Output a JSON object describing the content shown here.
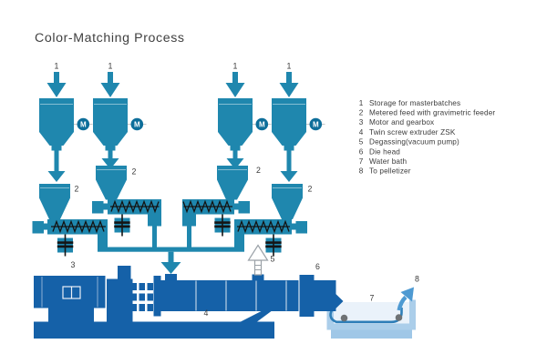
{
  "title": "Color-Matching Process",
  "diagram": {
    "storage_label": "1",
    "feeder_label": "2",
    "motor_letter": "M",
    "labels": {
      "motor_gearbox": "3",
      "extruder": "4",
      "degassing": "5",
      "die_head": "6",
      "water_bath": "7",
      "pelletizer": "8"
    }
  },
  "legend": {
    "items": [
      {
        "num": "1",
        "text": "Storage for masterbatches"
      },
      {
        "num": "2",
        "text": "Metered feed with gravimetric feeder"
      },
      {
        "num": "3",
        "text": "Motor and gearbox"
      },
      {
        "num": "4",
        "text": "Twin screw extruder ZSK"
      },
      {
        "num": "5",
        "text": "Degassing(vacuum pump)"
      },
      {
        "num": "6",
        "text": "Die head"
      },
      {
        "num": "7",
        "text": "Water bath"
      },
      {
        "num": "8",
        "text": "To pelletizer"
      }
    ]
  },
  "colors": {
    "teal": "#1F87AE",
    "motor_badge": "#0D6E9A",
    "dark_blue": "#1561A8",
    "strand": "#2E7EB8",
    "exit_arrow": "#4E9AD2",
    "bath_wall": "#ABCEEA",
    "bath_water": "#EAF2FA",
    "bath_base": "#9FC7E7",
    "roller": "#6E7275",
    "text": "#3B3B3B"
  }
}
